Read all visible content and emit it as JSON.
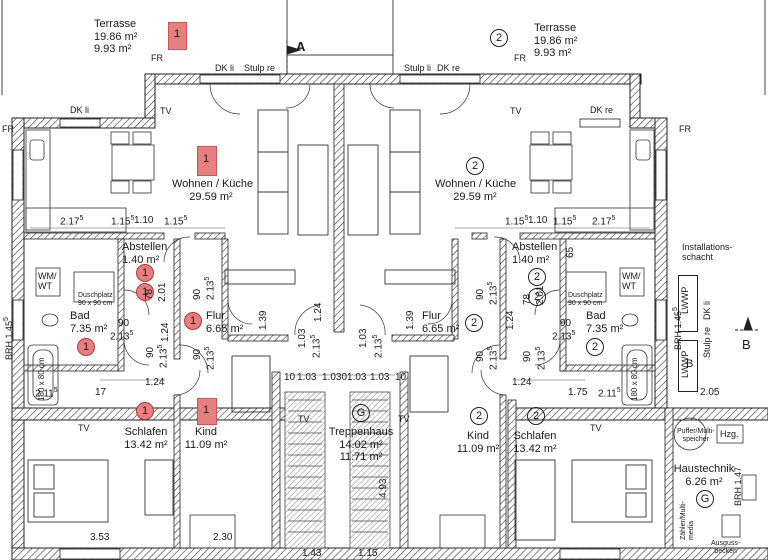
{
  "units": {
    "u1": {
      "number": "1",
      "color": "#e68080"
    },
    "u2": {
      "number": "2"
    },
    "common": {
      "letter": "G"
    }
  },
  "rooms": {
    "terrasse_l": {
      "name": "Terrasse",
      "area": "19.86 m²",
      "area2": "9.93 m²"
    },
    "terrasse_r": {
      "name": "Terrasse",
      "area": "19.86 m²",
      "area2": "9.93 m²"
    },
    "wohnen_l": {
      "name": "Wohnen / Küche",
      "area": "29.59 m²"
    },
    "wohnen_r": {
      "name": "Wohnen / Küche",
      "area": "29.59 m²"
    },
    "abstellen_l": {
      "name": "Abstellen",
      "area": "1.40 m²"
    },
    "abstellen_r": {
      "name": "Abstellen",
      "area": "1.40 m²"
    },
    "bad_l": {
      "name": "Bad",
      "area": "7.35 m²"
    },
    "bad_r": {
      "name": "Bad",
      "area": "7.35 m²"
    },
    "flur_l": {
      "name": "Flur",
      "area": "6.65 m²"
    },
    "flur_r": {
      "name": "Flur",
      "area": "6.65 m²"
    },
    "schlafen_l": {
      "name": "Schlafen",
      "area": "13.42 m²"
    },
    "schlafen_r": {
      "name": "Schlafen",
      "area": "13.42 m²"
    },
    "kind_l": {
      "name": "Kind",
      "area": "11.09 m²"
    },
    "kind_r": {
      "name": "Kind",
      "area": "11.09 m²"
    },
    "treppenhaus": {
      "name": "Treppenhaus",
      "area": "14.02 m²",
      "area2": "11.71 m²"
    },
    "haustechnik": {
      "name": "Haustechnik",
      "area": "6.26 m²"
    }
  },
  "labels": {
    "fr": "FR",
    "dk_li": "DK li",
    "dk_re": "DK re",
    "stulp_re": "Stulp re",
    "stulp_li": "Stulp li",
    "tv": "TV",
    "wm_wt": "WM/\nWT",
    "duschplatz": "Duschplatz\n90 x 90 cm",
    "wanne": "180 x 80 cm",
    "installationsschacht": "Installations-\nschacht",
    "lwwp": "LWWP",
    "brh": "BRH 1.45",
    "brh_sup": "5",
    "brh_r": "BRH 1.47",
    "section_a": "A",
    "section_b": "B",
    "hzg": "Hzg.",
    "puffer": "Puffer/Multi-\nspeicher",
    "zaehler": "Zähler/Multi-\nmedia",
    "ausguss": "Ausguss-\nbecken"
  },
  "dims": {
    "d217": "2.17",
    "d217s": "5",
    "d115": "1.15",
    "d115s": "5",
    "d110": "1.10",
    "d139": "1.39",
    "d124": "1.24",
    "d103": "1.03",
    "d213": "2.13",
    "d213s": "5",
    "d90": "90",
    "d78": "78",
    "d201": "2.01",
    "d211": "2.11",
    "d17": "17",
    "d10": "10",
    "d1030": "1.0301.03",
    "d493": "4.93",
    "d353": "3.53",
    "d230": "2.30",
    "d205": "2.05",
    "d143": "1.43",
    "d65": "65",
    "d175": "1.75"
  }
}
